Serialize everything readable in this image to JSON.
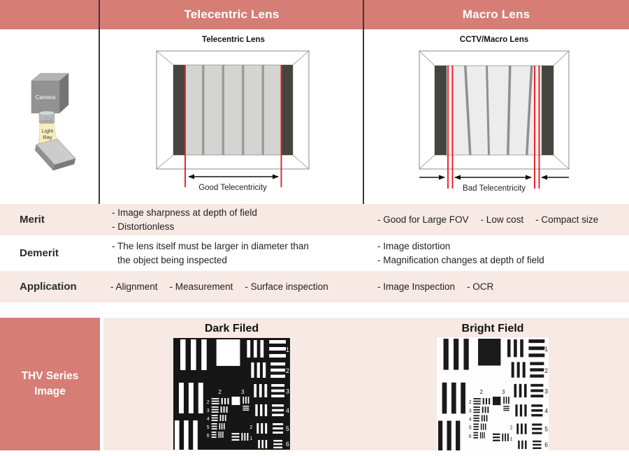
{
  "colors": {
    "accent": "#d67d76",
    "row_pink": "#f7e9e4",
    "divider": "#383838",
    "red_line": "#ec1c24",
    "chart_dark_bg": "#161616",
    "chart_dark_fg": "#ffffff",
    "chart_light_bg": "#fdfdfd",
    "chart_light_fg": "#1a1a1a"
  },
  "header": {
    "telecentric": "Telecentric Lens",
    "macro": "Macro Lens"
  },
  "camera_diagram": {
    "camera": "Camera",
    "lens": "Lens",
    "light_ray_line1": "Light",
    "light_ray_line2": "Ray"
  },
  "telecentric_diagram": {
    "title": "Telecentric Lens",
    "caption": "Good Telecentricity"
  },
  "macro_diagram": {
    "title": "CCTV/Macro Lens",
    "caption": "Bad Telecentricity"
  },
  "rows": {
    "merit": {
      "label": "Merit",
      "telecentric": [
        "- Image sharpness at depth of field",
        "- Distortionless"
      ],
      "macro": [
        "- Good for Large FOV",
        "- Low cost",
        "- Compact size"
      ]
    },
    "demerit": {
      "label": "Demerit",
      "telecentric": [
        "- The lens itself must be larger in diameter than",
        "the object being inspected"
      ],
      "macro": [
        "- Image distortion",
        "- Magnification changes at depth of field"
      ]
    },
    "application": {
      "label": "Application",
      "telecentric": [
        "- Alignment",
        "- Measurement",
        "- Surface inspection"
      ],
      "macro": [
        "- Image Inspection",
        "- OCR"
      ]
    }
  },
  "bottom": {
    "series_label_line1": "THV Series",
    "series_label_line2": "Image",
    "dark_title": "Dark Filed",
    "bright_title": "Bright Field",
    "usaf_numbers": [
      "1",
      "2",
      "3",
      "4",
      "5",
      "6"
    ],
    "usaf_center": {
      "top_labels": [
        "2",
        "3"
      ],
      "row_labels": [
        "2",
        "3",
        "4",
        "5",
        "6"
      ],
      "small_pair": [
        "2",
        "1"
      ]
    }
  }
}
